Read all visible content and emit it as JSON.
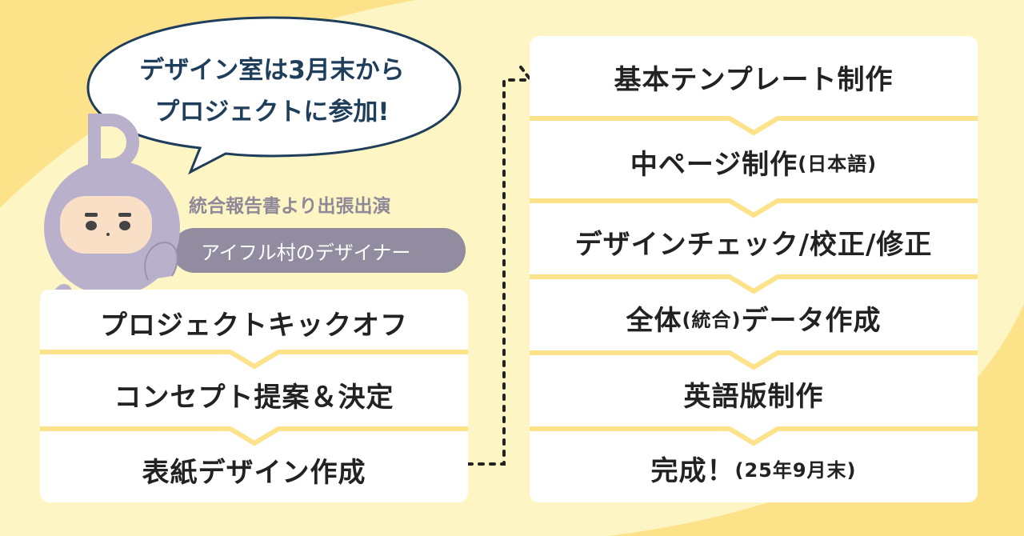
{
  "speech_bubble": {
    "line1": "デザイン室は3月末から",
    "line2": "プロジェクトに参加!"
  },
  "character": {
    "subtitle": "統合報告書より出張出演",
    "name_tag": "アイフル村のデザイナー"
  },
  "left_steps": [
    "プロジェクトキックオフ",
    "コンセプト提案＆決定",
    "表紙デザイン作成"
  ],
  "right_steps": [
    {
      "main": "基本テンプレート制作",
      "sub": ""
    },
    {
      "main": "中ページ制作",
      "sub": "(日本語)"
    },
    {
      "main": "デザインチェック/校正/修正",
      "sub": ""
    },
    {
      "main": "全体",
      "sub": "(統合)",
      "tail": "データ作成"
    },
    {
      "main": "英語版制作",
      "sub": ""
    },
    {
      "main": "完成！",
      "sub": "(25年9月末)"
    }
  ],
  "colors": {
    "background": "#fdf6c4",
    "accent": "#fce38a",
    "character": "#b9b1cc",
    "text": "#222222"
  }
}
